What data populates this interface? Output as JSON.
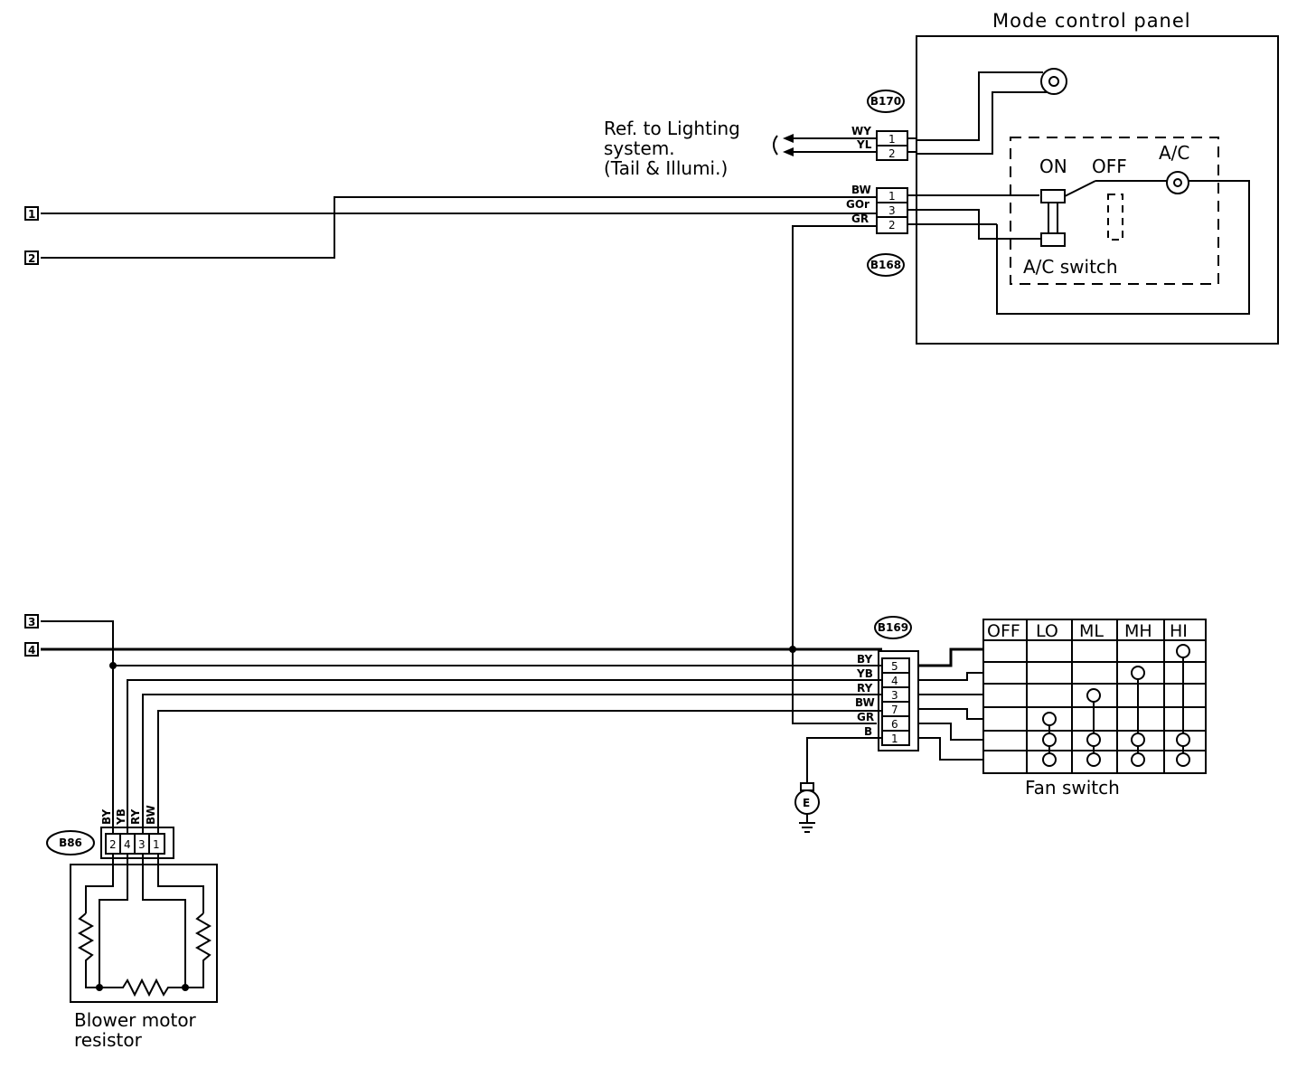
{
  "mode_panel": {
    "title": "Mode control panel"
  },
  "connectors": {
    "b170": "B170",
    "b168": "B168",
    "b169": "B169",
    "b86": "B86"
  },
  "lighting_ref": {
    "line1": "Ref. to Lighting",
    "line2": "system.",
    "line3": "(Tail & Illumi.)"
  },
  "b170_wires": [
    {
      "color": "WY",
      "pin": "1"
    },
    {
      "color": "YL",
      "pin": "2"
    }
  ],
  "b168_wires": [
    {
      "color": "BW",
      "pin": "1"
    },
    {
      "color": "GOr",
      "pin": "3"
    },
    {
      "color": "GR",
      "pin": "2"
    }
  ],
  "ac_switch": {
    "on": "ON",
    "off": "OFF",
    "indicator": "A/C",
    "name": "A/C switch"
  },
  "terminals": [
    "1",
    "2",
    "3",
    "4"
  ],
  "b169_wires": [
    {
      "color": "BY",
      "pin": "5"
    },
    {
      "color": "YB",
      "pin": "4"
    },
    {
      "color": "RY",
      "pin": "3"
    },
    {
      "color": "BW",
      "pin": "7"
    },
    {
      "color": "GR",
      "pin": "6"
    },
    {
      "color": "B",
      "pin": "1"
    }
  ],
  "fan_switch": {
    "name": "Fan switch",
    "positions": [
      "OFF",
      "LO",
      "ML",
      "MH",
      "HI"
    ]
  },
  "ground": "E",
  "b86_wire_colors": [
    "BY",
    "YB",
    "RY",
    "BW"
  ],
  "b86_pins": [
    "2",
    "4",
    "3",
    "1"
  ],
  "resistor": {
    "line1": "Blower motor",
    "line2": "resistor"
  }
}
